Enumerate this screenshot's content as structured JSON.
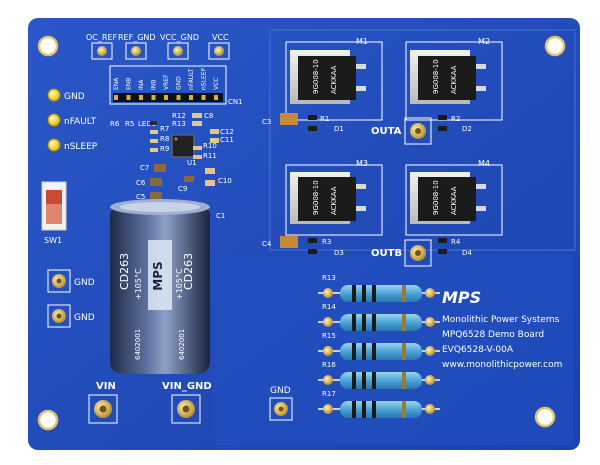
{
  "board": {
    "colors": {
      "pcb": "#1d47b8",
      "pcb_dark": "#173a9a",
      "silkscreen": "#ffffff",
      "gold": "#d8b04a"
    },
    "headers": [
      "OC_REF",
      "REF_GND",
      "VCC_GND",
      "VCC"
    ],
    "connector_pins": [
      "ENA",
      "ENB",
      "INA",
      "INB",
      "VREF",
      "GND",
      "nFAULT",
      "nSLEEP",
      "VCC"
    ],
    "connector_label": "CN1",
    "leds": [
      {
        "label": "GND"
      },
      {
        "label": "nFAULT"
      },
      {
        "label": "nSLEEP"
      }
    ],
    "switch_label": "SW1",
    "ic_label": "U1",
    "resistor_labels": [
      "R6",
      "R5",
      "LED1",
      "R7",
      "R8",
      "R9",
      "R10",
      "R11",
      "R12",
      "R13",
      "C8",
      "C12",
      "C11"
    ],
    "cap_labels": [
      "C7",
      "C6",
      "C5",
      "C9",
      "C10",
      "C1",
      "C3",
      "C4"
    ],
    "mosfets": [
      "M1",
      "M2",
      "M3",
      "M4"
    ],
    "mosfet_marking_1": "9G008-10",
    "mosfet_marking_2": "ACKKAA",
    "outputs": [
      "OUTA",
      "OUTB"
    ],
    "small_parts": [
      "R1",
      "D1",
      "R2",
      "D2",
      "R3",
      "D3",
      "R4",
      "D4"
    ],
    "gnd_terminals": [
      "GND",
      "GND",
      "GND"
    ],
    "power_terminals": [
      "VIN",
      "VIN_GND"
    ],
    "power_resistors": [
      "R13",
      "R14",
      "R15",
      "R16",
      "R17"
    ],
    "capacitor_text": [
      "CD263",
      "+105°C",
      "6402001"
    ],
    "brand": {
      "logo": "MPS",
      "company": "Monolithic Power Systems",
      "board_name": "MPQ6528 Demo Board",
      "part": "EVQ6528-V-00A",
      "url": "www.monolithicpower.com"
    }
  }
}
